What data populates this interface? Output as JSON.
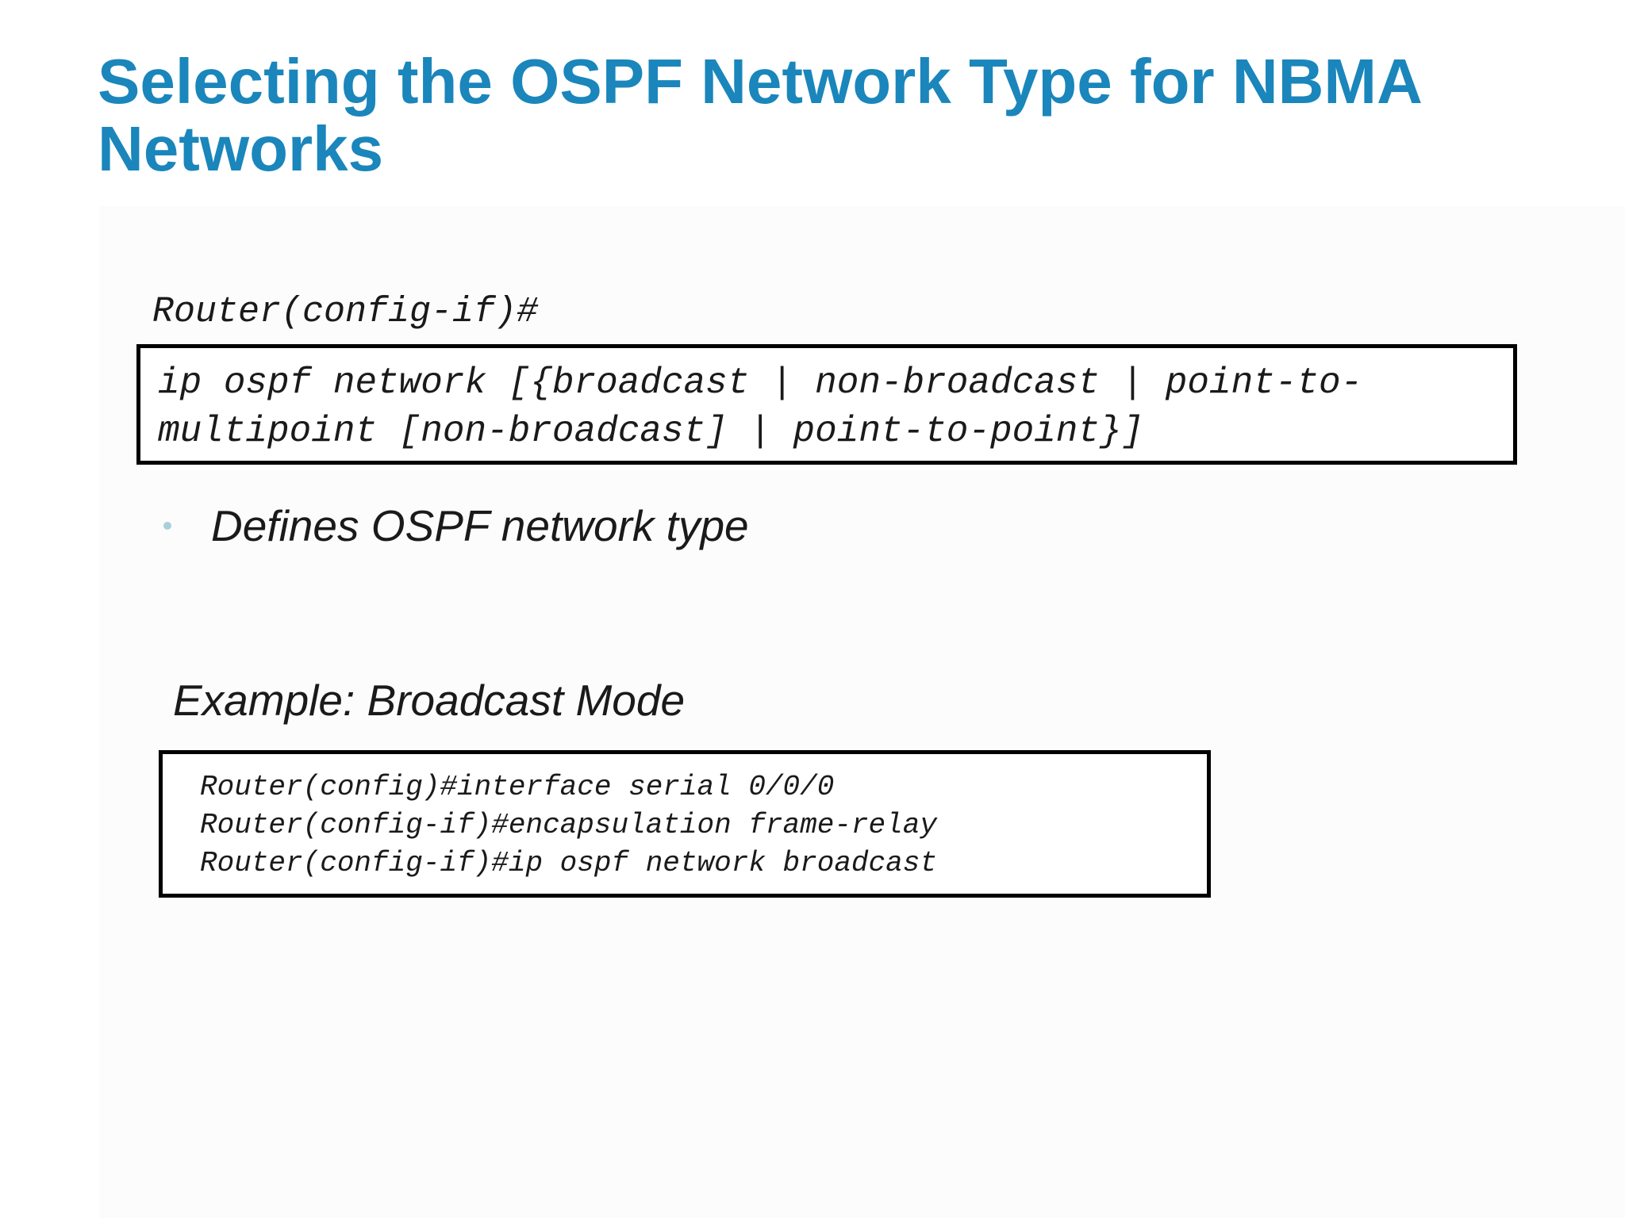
{
  "slide": {
    "title_line_1": "Selecting the OSPF Network Type for NBMA",
    "title_line_2": "Networks",
    "command_prompt": "Router(config-if)#",
    "syntax_line_1": "ip ospf network [{broadcast | non-broadcast | point-to-",
    "syntax_line_2": "multipoint [non-broadcast] | point-to-point}]",
    "bullet": "Defines OSPF network type",
    "example_heading": "Example: Broadcast Mode",
    "example_lines": [
      "Router(config)#interface serial 0/0/0",
      "Router(config-if)#encapsulation frame-relay",
      "Router(config-if)#ip ospf network broadcast"
    ]
  },
  "colors": {
    "title": "#1a86bb",
    "text": "#1a1a1a",
    "bullet_dot": "#a9cfd9",
    "box_border": "#000000"
  }
}
